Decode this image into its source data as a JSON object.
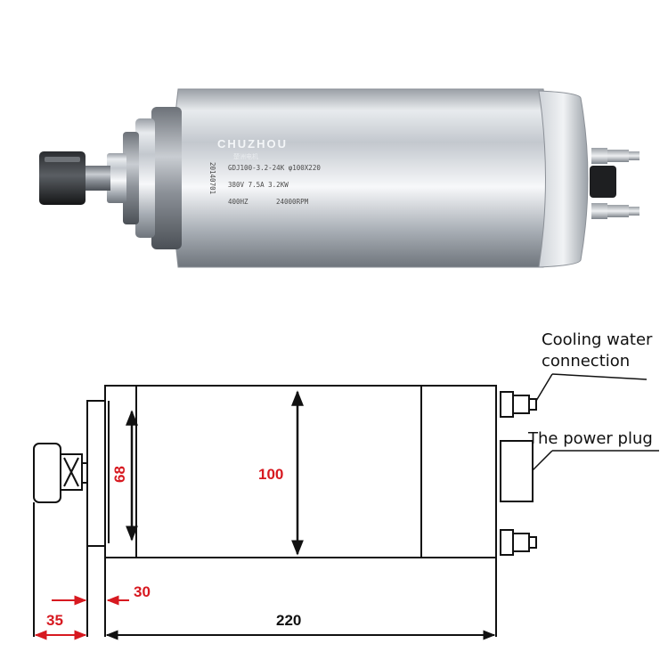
{
  "photo": {
    "brand": "CHUZHOU",
    "brand_sub": "楚洲电机",
    "model_line": "GDJ100-3.2-24K  φ100X220",
    "electrical_line": "380V   7.5A   3.2KW",
    "frequency": "400HZ",
    "speed": "24000RPM",
    "serial": "20140701"
  },
  "drawing": {
    "dimensions": {
      "collet_depth": "68",
      "body_diameter": "100",
      "flange_width": "30",
      "nose_length": "35",
      "body_length": "220"
    },
    "callouts": {
      "cooling_line1": "Cooling water",
      "cooling_line2": "connection",
      "power": "The power plug"
    }
  },
  "colors": {
    "dimension_red": "#d71920",
    "line_black": "#111111",
    "steel_highlight": "#f2f4f6",
    "steel_shadow": "#7d8289"
  }
}
